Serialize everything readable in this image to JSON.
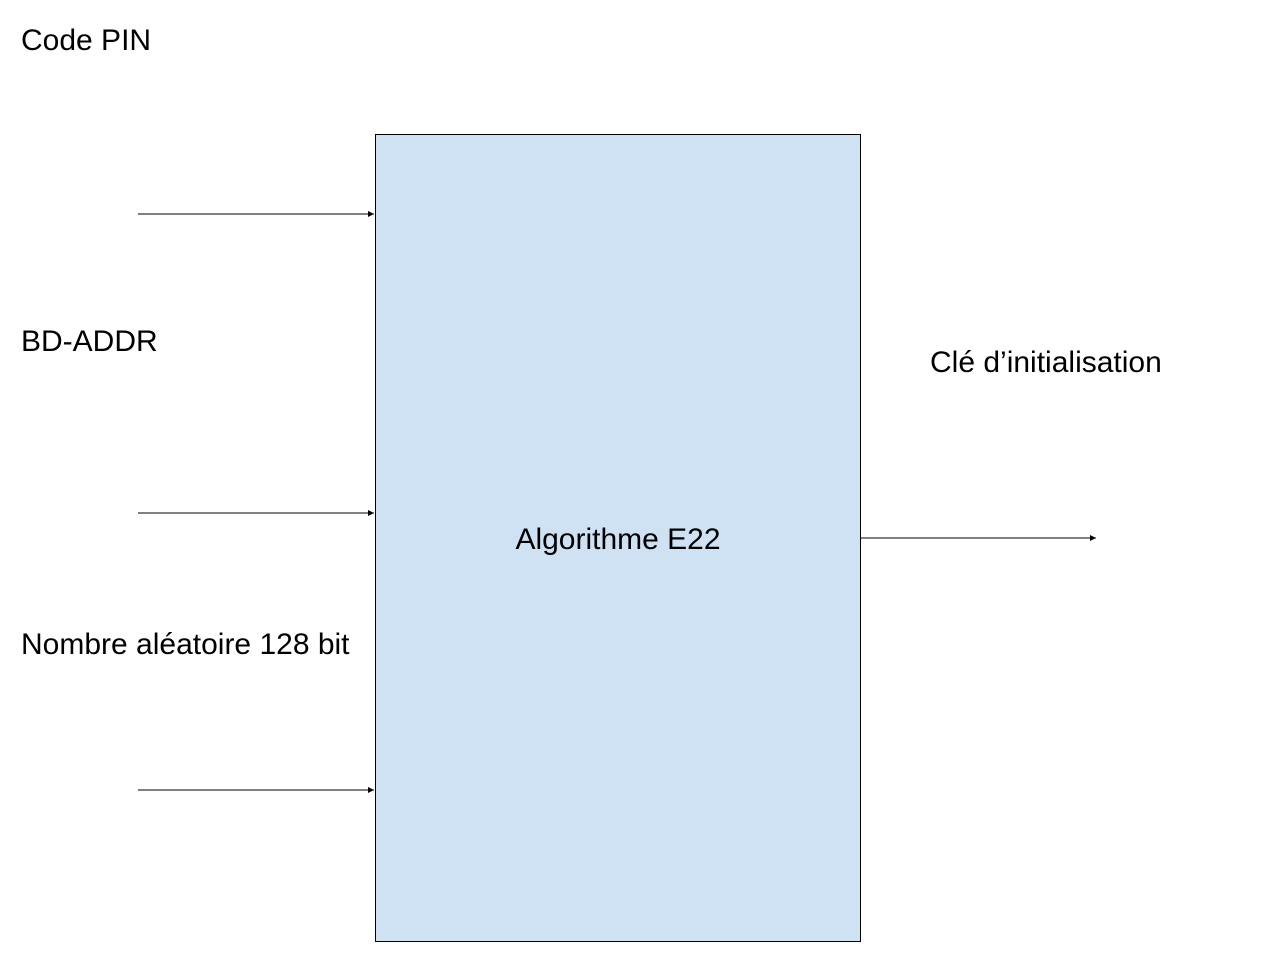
{
  "diagram": {
    "inputs": [
      {
        "label": "Code PIN"
      },
      {
        "label": "BD-ADDR"
      },
      {
        "label": "Nombre aléatoire 128 bit"
      }
    ],
    "block": {
      "title": "Algorithme E22",
      "fill_color": "#cfe2f3",
      "border_color": "#000000"
    },
    "output": {
      "label": "Clé d’initialisation"
    },
    "arrow_color": "#000000"
  }
}
